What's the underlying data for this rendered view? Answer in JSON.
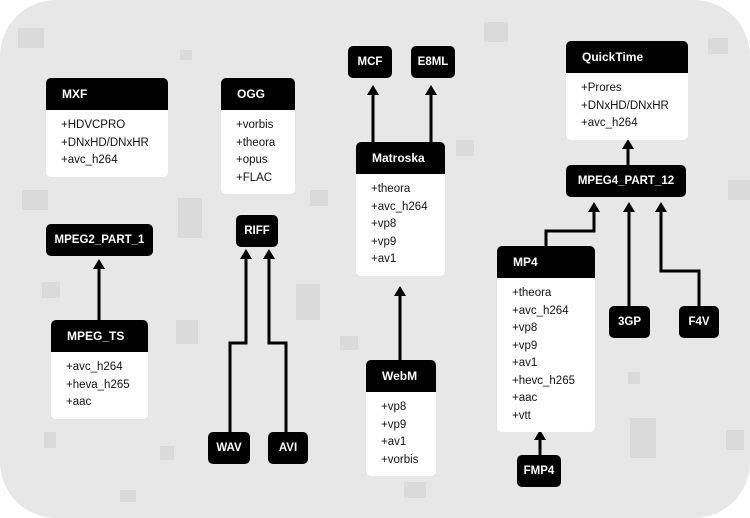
{
  "diagram": {
    "nodes": [
      {
        "id": "mxf",
        "label": "MXF",
        "items": [
          "+HDVCPRO",
          "+DNxHD/DNxHR",
          "+avc_h264"
        ]
      },
      {
        "id": "ogg",
        "label": "OGG",
        "items": [
          "+vorbis",
          "+theora",
          "+opus",
          "+FLAC"
        ]
      },
      {
        "id": "mcf",
        "label": "MCF",
        "items": []
      },
      {
        "id": "ebml",
        "label": "E8ML",
        "items": []
      },
      {
        "id": "matroska",
        "label": "Matroska",
        "items": [
          "+theora",
          "+avc_h264",
          "+vp8",
          "+vp9",
          "+av1"
        ]
      },
      {
        "id": "quicktime",
        "label": "QuickTime",
        "items": [
          "+Prores",
          "+DNxHD/DNxHR",
          "+avc_h264"
        ]
      },
      {
        "id": "mpeg4_part_12",
        "label": "MPEG4_PART_12",
        "items": []
      },
      {
        "id": "mpeg2_part_1",
        "label": "MPEG2_PART_1",
        "items": []
      },
      {
        "id": "riff",
        "label": "RIFF",
        "items": []
      },
      {
        "id": "mpeg_ts",
        "label": "MPEG_TS",
        "items": [
          "+avc_h264",
          "+heva_h265",
          "+aac"
        ]
      },
      {
        "id": "mp4",
        "label": "MP4",
        "items": [
          "+theora",
          "+avc_h264",
          "+vp8",
          "+vp9",
          "+av1",
          "+hevc_h265",
          "+aac",
          "+vtt"
        ]
      },
      {
        "id": "3gp",
        "label": "3GP",
        "items": []
      },
      {
        "id": "f4v",
        "label": "F4V",
        "items": []
      },
      {
        "id": "webm",
        "label": "WebM",
        "items": [
          "+vp8",
          "+vp9",
          "+av1",
          "+vorbis"
        ]
      },
      {
        "id": "wav",
        "label": "WAV",
        "items": []
      },
      {
        "id": "avi",
        "label": "AVI",
        "items": []
      },
      {
        "id": "fmp4",
        "label": "FMP4",
        "items": []
      }
    ],
    "edges": [
      {
        "from": "matroska",
        "to": "mcf"
      },
      {
        "from": "matroska",
        "to": "ebml"
      },
      {
        "from": "mpeg4_part_12",
        "to": "quicktime"
      },
      {
        "from": "mp4",
        "to": "mpeg4_part_12"
      },
      {
        "from": "3gp",
        "to": "mpeg4_part_12"
      },
      {
        "from": "f4v",
        "to": "mpeg4_part_12"
      },
      {
        "from": "mpeg_ts",
        "to": "mpeg2_part_1"
      },
      {
        "from": "wav",
        "to": "riff"
      },
      {
        "from": "avi",
        "to": "riff"
      },
      {
        "from": "webm",
        "to": "matroska"
      },
      {
        "from": "fmp4",
        "to": "mp4"
      }
    ],
    "colors": {
      "background": "#e7e7e7",
      "node_header": "#000000",
      "node_body": "#ffffff",
      "connector": "#000000"
    }
  }
}
